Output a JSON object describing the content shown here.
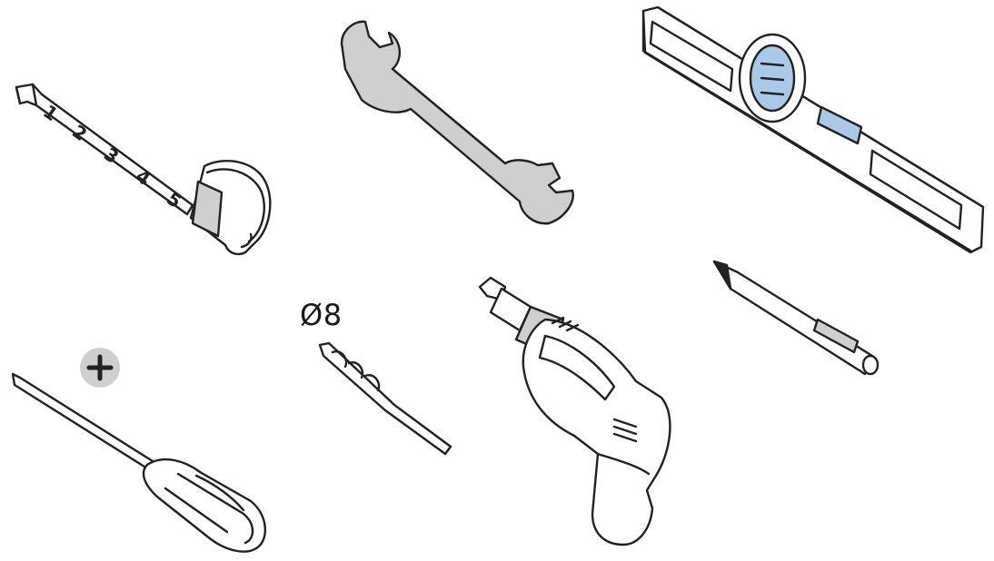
{
  "title": "",
  "tools": [
    {
      "key": "tape",
      "name": "tape-measure",
      "marks": [
        "1",
        "2",
        "3",
        "4",
        "5"
      ]
    },
    {
      "key": "wrench",
      "name": "open-end-wrench"
    },
    {
      "key": "level",
      "name": "spirit-level",
      "accent": "#a9c9e6"
    },
    {
      "key": "pencil",
      "name": "pencil"
    },
    {
      "key": "screwdriver",
      "name": "phillips-screwdriver",
      "badge_icon": "plus-icon",
      "badge_color": "#cfcfcf"
    },
    {
      "key": "bit",
      "name": "drill-bit",
      "label": "Ø8"
    },
    {
      "key": "drill",
      "name": "power-drill"
    }
  ],
  "colors": {
    "outline": "#222222",
    "fill_gray": "#cfcfcf",
    "glass_blue": "#a9c9e6",
    "white": "#ffffff"
  }
}
